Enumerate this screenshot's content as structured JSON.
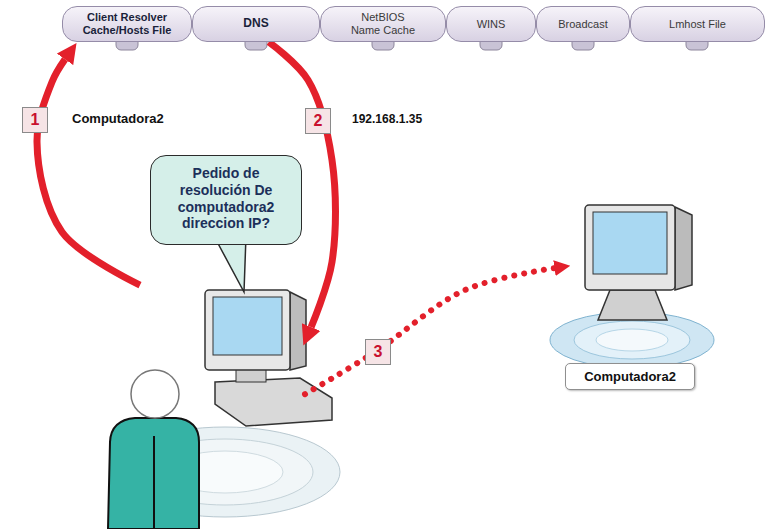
{
  "diagram": {
    "nodes": [
      {
        "text": [
          "Client Resolver Cache/Hosts File"
        ]
      },
      {
        "text": [
          "DNS"
        ]
      },
      {
        "text": [
          "NetBIOS Name Cache"
        ]
      },
      {
        "text": [
          "WINS"
        ]
      },
      {
        "text": [
          "Broadcast"
        ]
      },
      {
        "text": [
          "Lmhost File"
        ]
      },
      {
        "text": [
          "Pedido de resolución De computadora2 direccion IP?"
        ]
      },
      {
        "text": [
          "Computadora2"
        ]
      }
    ],
    "edges": [
      {
        "from": 6,
        "to": 0,
        "arrow": "to",
        "label": "1"
      },
      {
        "from": 1,
        "to": 6,
        "arrow": "to",
        "label": "2"
      },
      {
        "from": 6,
        "to": 7,
        "arrow": "to",
        "label": "3"
      }
    ],
    "labels": [
      "Computadora2",
      "192.168.1.35"
    ]
  }
}
